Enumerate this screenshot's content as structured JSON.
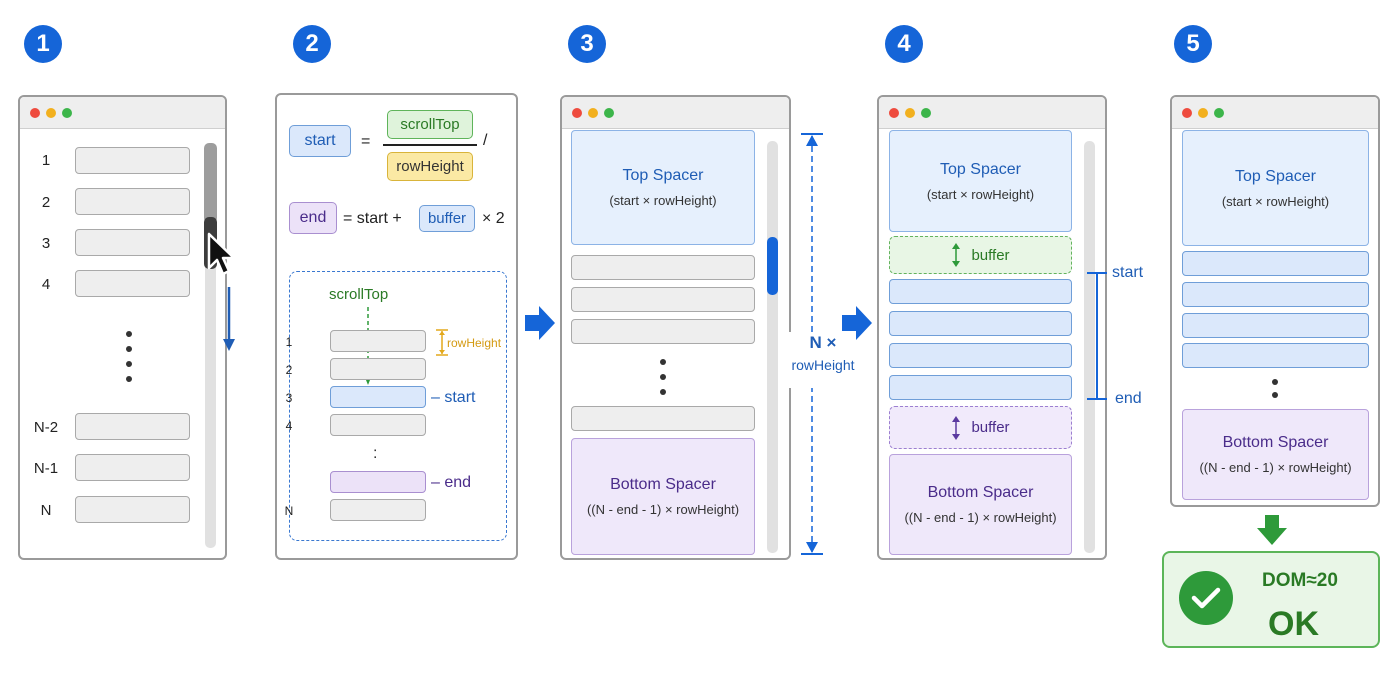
{
  "steps": [
    "1",
    "2",
    "3",
    "4",
    "5"
  ],
  "panel1": {
    "row_labels": [
      "1",
      "2",
      "3",
      "4",
      "N-2",
      "N-1",
      "N"
    ]
  },
  "panel2": {
    "formula_start": {
      "lhs": "start",
      "equals": "=",
      "numerator": "scrollTop",
      "denominator": "rowHeight",
      "slash": "/"
    },
    "formula_end": {
      "lhs": "end",
      "mid": "= start +",
      "buffer": "buffer",
      "tail": "× 2"
    },
    "scrolltop_label": "scrollTop",
    "rowheight_label": "rowHeight",
    "row_labels": [
      "1",
      "2",
      "3",
      "4",
      "N"
    ],
    "colon": ":",
    "start_label": "– start",
    "end_label": "– end"
  },
  "panel3": {
    "top_spacer_title": "Top Spacer",
    "top_spacer_formula": "(start × rowHeight)",
    "bottom_spacer_title": "Bottom Spacer",
    "bottom_spacer_formula": "((N - end - 1) × rowHeight)",
    "total_label_1": "N ×",
    "total_label_2": "rowHeight"
  },
  "panel4": {
    "top_spacer_title": "Top Spacer",
    "top_spacer_formula": "(start × rowHeight)",
    "buffer_top": "buffer",
    "buffer_bottom": "buffer",
    "start_label": "start",
    "end_label": "end",
    "bottom_spacer_title": "Bottom Spacer",
    "bottom_spacer_formula": "((N - end - 1) × rowHeight)"
  },
  "panel5": {
    "top_spacer_title": "Top Spacer",
    "top_spacer_formula": "(start × rowHeight)",
    "bottom_spacer_title": "Bottom Spacer",
    "bottom_spacer_formula": "((N - end - 1) × rowHeight)",
    "dom_label": "DOM≈20",
    "ok_label": "OK"
  },
  "colors": {
    "accent_blue": "#1565d8",
    "green": "#2e9a3a",
    "purple": "#4a2c8a",
    "yellow": "#e3a81b"
  }
}
